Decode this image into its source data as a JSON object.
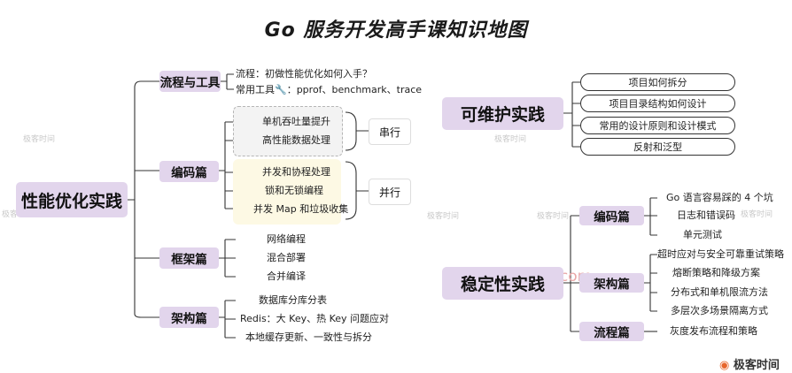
{
  "title": "Go 服务开发高手课知识地图",
  "left": {
    "root": "性能优化实践",
    "branches": [
      {
        "label": "流程与工具",
        "items": [
          "流程：初做性能优化如何入手？",
          "常用工具🔧：pprof、benchmark、trace"
        ]
      },
      {
        "label": "编码篇",
        "groups": [
          {
            "items": [
              "单机吞吐量提升",
              "高性能数据处理"
            ],
            "tag": "串行"
          },
          {
            "items": [
              "并发和协程处理",
              "锁和无锁编程",
              "并发 Map 和垃圾收集"
            ],
            "tag": "并行"
          }
        ]
      },
      {
        "label": "框架篇",
        "items": [
          "网络编程",
          "混合部署",
          "合并编译"
        ]
      },
      {
        "label": "架构篇",
        "items": [
          "数据库分库分表",
          "Redis：大 Key、热 Key 问题应对",
          "本地缓存更新、一致性与拆分"
        ]
      }
    ]
  },
  "maintain": {
    "root": "可维护实践",
    "items": [
      "项目如何拆分",
      "项目目录结构如何设计",
      "常用的设计原则和设计模式",
      "反射和泛型"
    ]
  },
  "stable": {
    "root": "稳定性实践",
    "branches": [
      {
        "label": "编码篇",
        "items": [
          "Go 语言容易踩的 4 个坑",
          "日志和错误码",
          "单元测试"
        ]
      },
      {
        "label": "架构篇",
        "items": [
          "超时应对与安全可靠重试策略",
          "熔断策略和降级方案",
          "分布式和单机限流方法",
          "多层次多场景隔离方式"
        ]
      },
      {
        "label": "流程篇",
        "items": [
          "灰度发布流程和策略"
        ]
      }
    ]
  },
  "watermark": {
    "small": "极客时间",
    "middle": "666root.com",
    "brand": "极客时间"
  },
  "colors": {
    "node_fill": "#e2d5ec",
    "line": "#333333",
    "serial_box": "#f3f3f3",
    "parallel_box": "#fdf9e4"
  }
}
